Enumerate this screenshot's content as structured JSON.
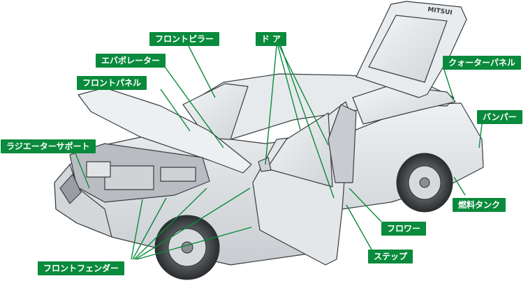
{
  "labels": {
    "front_pillar": "フロントピラー",
    "door": "ド ア",
    "evaporator": "エバポレーター",
    "front_panel": "フロントパネル",
    "radiator_support": "ラジエーターサポート",
    "quarter_panel": "クォーターパネル",
    "bumper": "バンパー",
    "fuel_tank": "燃料タンク",
    "floor": "フロワー",
    "step": "ステップ",
    "front_fender": "フロントフェンダー"
  },
  "emblem_text": "MITSUI",
  "colors": {
    "label_bg": "#0a8a3c",
    "label_text": "#ffffff",
    "leader_line": "#0a8a3c",
    "car_body": "#dfe2e5",
    "car_outline": "#3a3d40"
  }
}
